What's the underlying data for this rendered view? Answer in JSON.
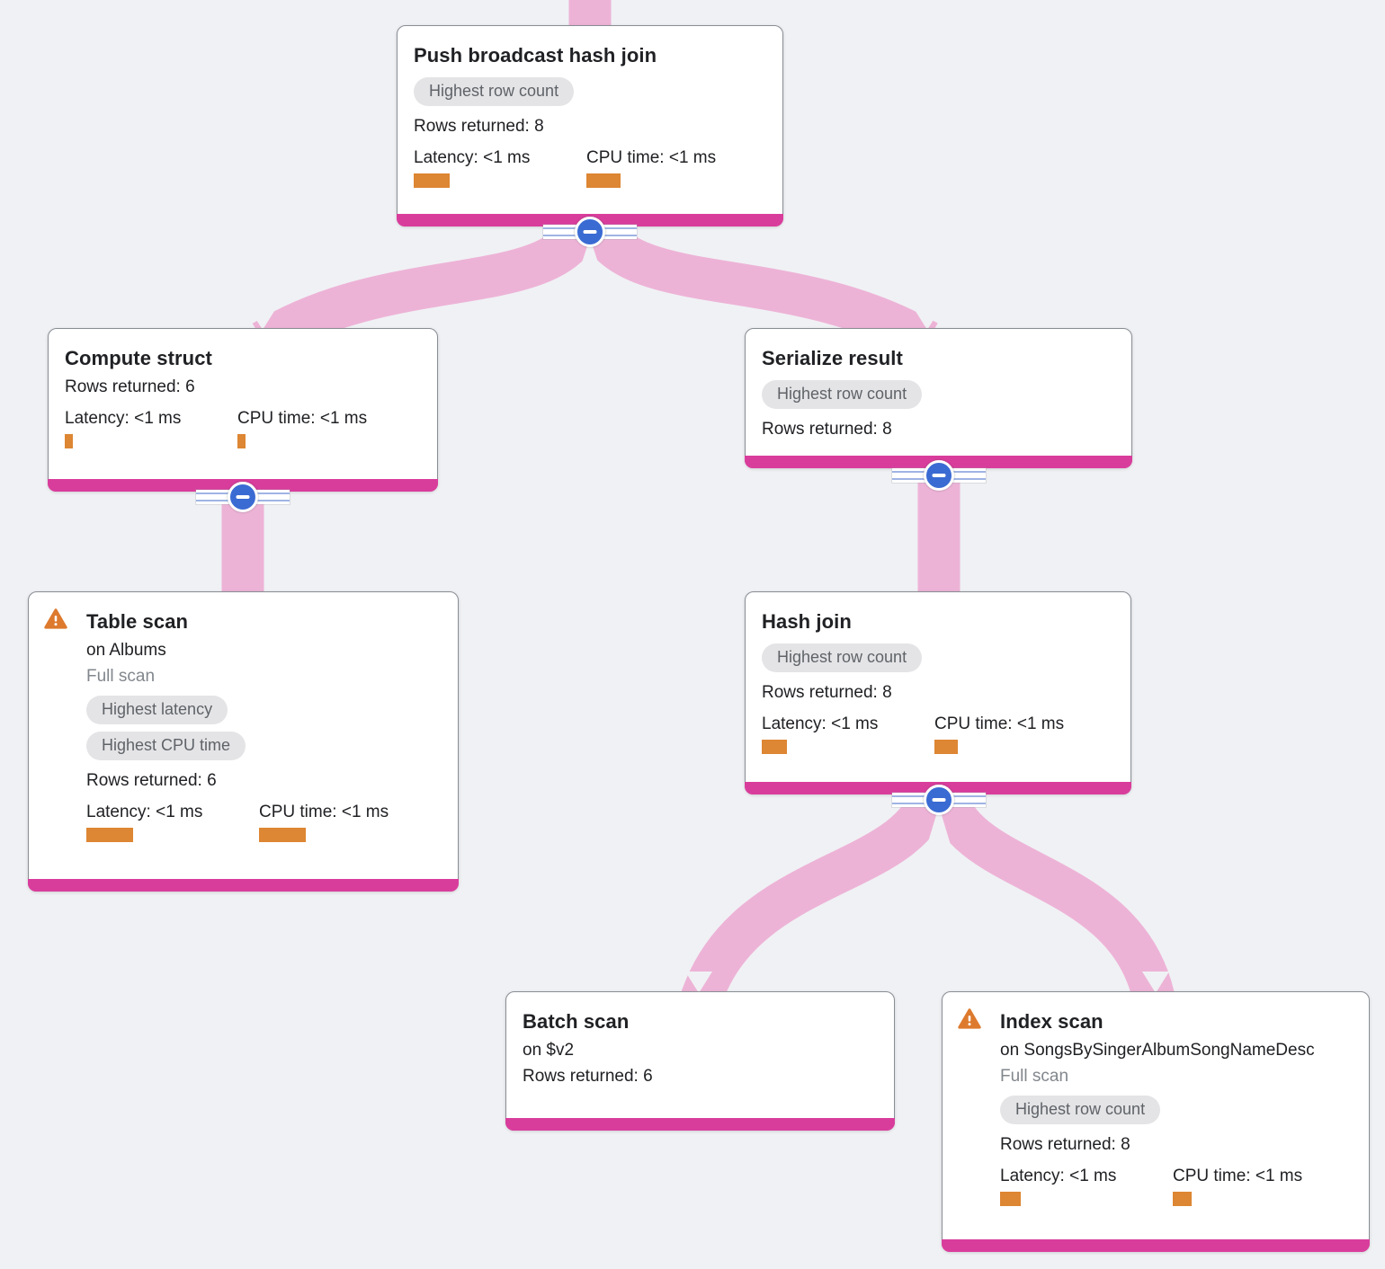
{
  "colors": {
    "background": "#F0F1F4",
    "ribbon_pink": "#EDB3D7",
    "row_count_bar_magenta": "#D93D9C",
    "metric_bar_orange": "#DD8633",
    "warning_orange": "#DD7A2E",
    "collapse_button_blue": "#3A6BD3",
    "badge_background": "#E4E4E6",
    "badge_text": "#5F6368"
  },
  "nodes": {
    "push_broadcast_hash_join": {
      "title": "Push broadcast hash join",
      "badges": [
        "Highest row count"
      ],
      "rows_returned": "Rows returned: 8",
      "latency": "Latency: <1 ms",
      "cpu_time": "CPU time: <1 ms"
    },
    "compute_struct": {
      "title": "Compute struct",
      "rows_returned": "Rows returned: 6",
      "latency": "Latency: <1 ms",
      "cpu_time": "CPU time: <1 ms"
    },
    "serialize_result": {
      "title": "Serialize result",
      "badges": [
        "Highest row count"
      ],
      "rows_returned": "Rows returned: 8"
    },
    "table_scan": {
      "title": "Table scan",
      "subtitle": "on Albums",
      "scan_type": "Full scan",
      "badges": [
        "Highest latency",
        "Highest CPU time"
      ],
      "rows_returned": "Rows returned: 6",
      "latency": "Latency: <1 ms",
      "cpu_time": "CPU time: <1 ms"
    },
    "hash_join": {
      "title": "Hash join",
      "badges": [
        "Highest row count"
      ],
      "rows_returned": "Rows returned: 8",
      "latency": "Latency: <1 ms",
      "cpu_time": "CPU time: <1 ms"
    },
    "batch_scan": {
      "title": "Batch scan",
      "subtitle": "on $v2",
      "rows_returned": "Rows returned: 6"
    },
    "index_scan": {
      "title": "Index scan",
      "subtitle": "on SongsBySingerAlbumSongNameDesc",
      "scan_type": "Full scan",
      "badges": [
        "Highest row count"
      ],
      "rows_returned": "Rows returned: 8",
      "latency": "Latency: <1 ms",
      "cpu_time": "CPU time: <1 ms"
    }
  }
}
